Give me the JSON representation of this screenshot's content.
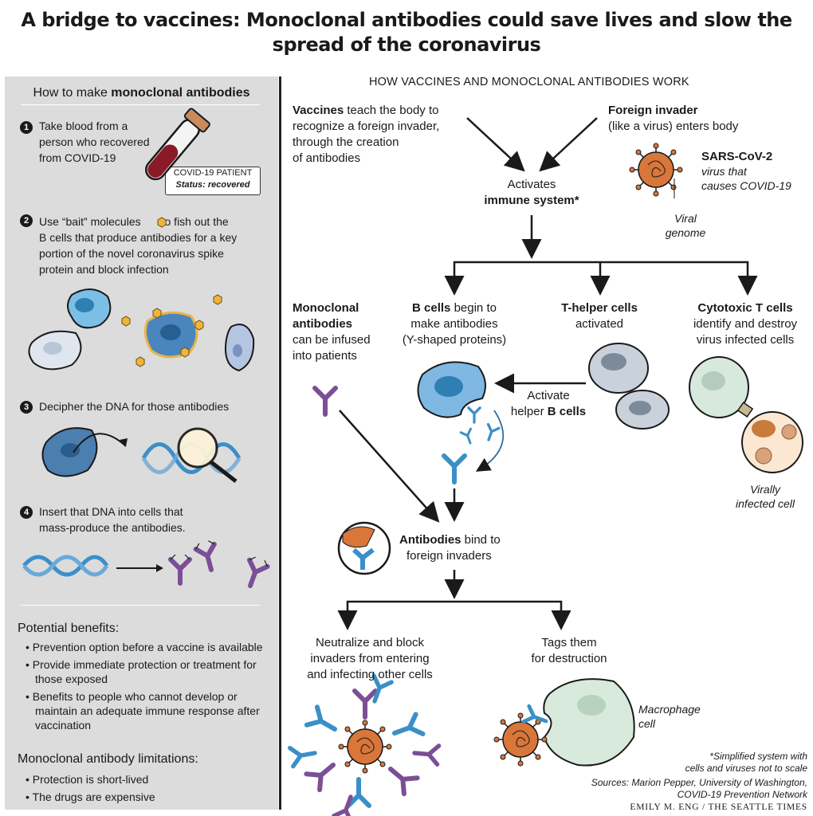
{
  "title": {
    "line1": "A bridge to vaccines: Monoclonal antibodies could save lives and slow the",
    "line2": "spread of the coronavirus"
  },
  "sidebar": {
    "title_prefix": "How to make ",
    "title_bold": "monoclonal antibodies",
    "steps": [
      {
        "num": "1",
        "line1": "Take blood from a",
        "line2": "person who recovered",
        "line3": "from COVID-19"
      },
      {
        "num": "2",
        "line1a": "Use “bait” molecules",
        "line1b": "to fish out the",
        "line2": "B cells that produce antibodies for a key",
        "line3": "portion of the novel coronavirus spike",
        "line4": "protein and block infection"
      },
      {
        "num": "3",
        "line1": "Decipher the DNA for those antibodies"
      },
      {
        "num": "4",
        "line1": "Insert that DNA into cells that",
        "line2": "mass-produce the antibodies."
      }
    ],
    "tube_label": {
      "line1": "COVID-19 PATIENT",
      "line2": "Status: recovered"
    },
    "benefits": {
      "title": "Potential benefits:",
      "items": [
        "Prevention option before a vaccine is available",
        "Provide immediate protection or treatment for those exposed",
        "Benefits to people who cannot develop or maintain an adequate immune response after vaccination"
      ]
    },
    "limitations": {
      "title": "Monoclonal antibody limitations:",
      "items": [
        "Protection is short-lived",
        "The drugs are expensive"
      ]
    }
  },
  "main": {
    "heading": "HOW VACCINES AND MONOCLONAL ANTIBODIES WORK",
    "vaccines": {
      "bold": "Vaccines",
      "l1": " teach the body to",
      "l2": "recognize a foreign invader,",
      "l3": "through the creation",
      "l4": "of antibodies"
    },
    "invader": {
      "bold": "Foreign invader",
      "l2": "(like a virus) enters body"
    },
    "virus_label": {
      "bold": "SARS-CoV-2",
      "l2": "virus that",
      "l3": "causes COVID-19"
    },
    "genome_label": {
      "l1": "Viral",
      "l2": "genome"
    },
    "activates": {
      "l1": "Activates",
      "l2": "immune system*"
    },
    "monoclonal": {
      "l1": "Monoclonal",
      "l2": "antibodies",
      "l3": "can be infused",
      "l4": "into patients"
    },
    "bcells": {
      "bold": "B cells",
      "l1": " begin to",
      "l2": "make antibodies",
      "l3": "(Y-shaped proteins)"
    },
    "thelper": {
      "bold": "T-helper cells",
      "l2": "activated"
    },
    "cytotoxic": {
      "bold": "Cytotoxic T cells",
      "l2": "identify and destroy",
      "l3": "virus infected cells"
    },
    "activate_helper": {
      "l1": "Activate",
      "l2a": "helper ",
      "l2b": "B cells"
    },
    "infected_label": {
      "l1": "Virally",
      "l2": "infected cell"
    },
    "antibodies_bind": {
      "bold": "Antibodies",
      "l1": " bind to",
      "l2": "foreign invaders"
    },
    "neutralize": {
      "l1": "Neutralize and block",
      "l2": "invaders from entering",
      "l3": "and infecting other cells"
    },
    "tags": {
      "l1": "Tags them",
      "l2": "for destruction"
    },
    "macrophage": {
      "l1": "Macrophage",
      "l2": "cell"
    },
    "footnote": {
      "l1": "*Simplified system with",
      "l2": "cells and viruses not to scale"
    },
    "sources": {
      "l1": "Sources: Marion Pepper, University of Washington,",
      "l2": "COVID-19 Prevention Network"
    },
    "credit": "EMILY M. ENG / THE SEATTLE TIMES"
  },
  "colors": {
    "sidebar_bg": "#dcdcdc",
    "antibody_purple": "#7b4f96",
    "antibody_blue": "#3b8fc8",
    "virus_orange": "#d9763a",
    "cell_blue": "#5b8cc0",
    "cell_grey": "#b9c3cd",
    "cell_green": "#d8eadb"
  }
}
